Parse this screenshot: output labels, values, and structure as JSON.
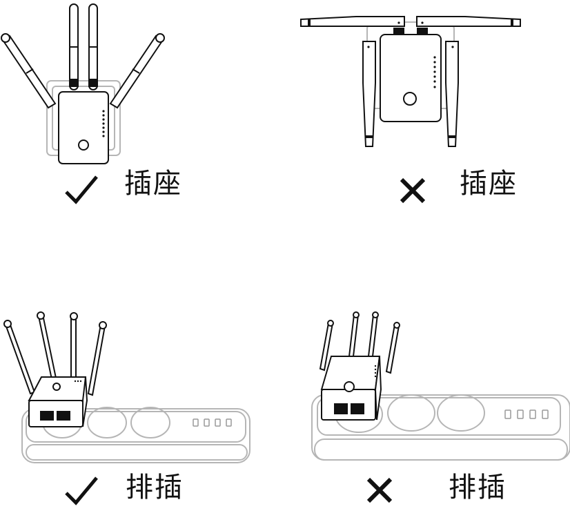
{
  "panels": [
    {
      "id": "wall-socket-correct",
      "label": "插座",
      "verdict": "correct",
      "verdict_icon": "check-icon"
    },
    {
      "id": "wall-socket-wrong",
      "label": "插座",
      "verdict": "wrong",
      "verdict_icon": "cross-icon"
    },
    {
      "id": "power-strip-correct",
      "label": "排插",
      "verdict": "correct",
      "verdict_icon": "check-icon"
    },
    {
      "id": "power-strip-wrong",
      "label": "排插",
      "verdict": "wrong",
      "verdict_icon": "cross-icon"
    }
  ],
  "colors": {
    "line": "#111111",
    "outlet_line": "#b5b5b5",
    "background": "#ffffff"
  }
}
